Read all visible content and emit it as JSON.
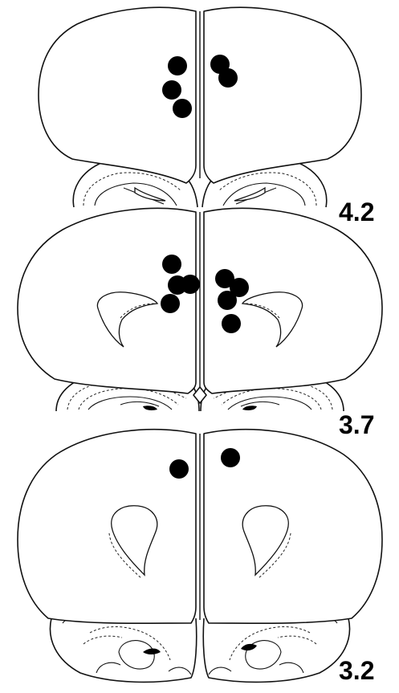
{
  "sections": [
    {
      "label": "4.2",
      "dots": [
        {
          "side": "left"
        },
        {
          "side": "left"
        },
        {
          "side": "left"
        },
        {
          "side": "right"
        },
        {
          "side": "right"
        }
      ]
    },
    {
      "label": "3.7",
      "dots": [
        {
          "side": "left"
        },
        {
          "side": "left"
        },
        {
          "side": "left"
        },
        {
          "side": "left"
        },
        {
          "side": "right"
        },
        {
          "side": "right"
        },
        {
          "side": "right"
        },
        {
          "side": "right"
        }
      ]
    },
    {
      "label": "3.2",
      "dots": [
        {
          "side": "left"
        },
        {
          "side": "right"
        }
      ]
    }
  ],
  "colors": {
    "dot": "#000000",
    "line": "#111111",
    "background": "#ffffff"
  }
}
